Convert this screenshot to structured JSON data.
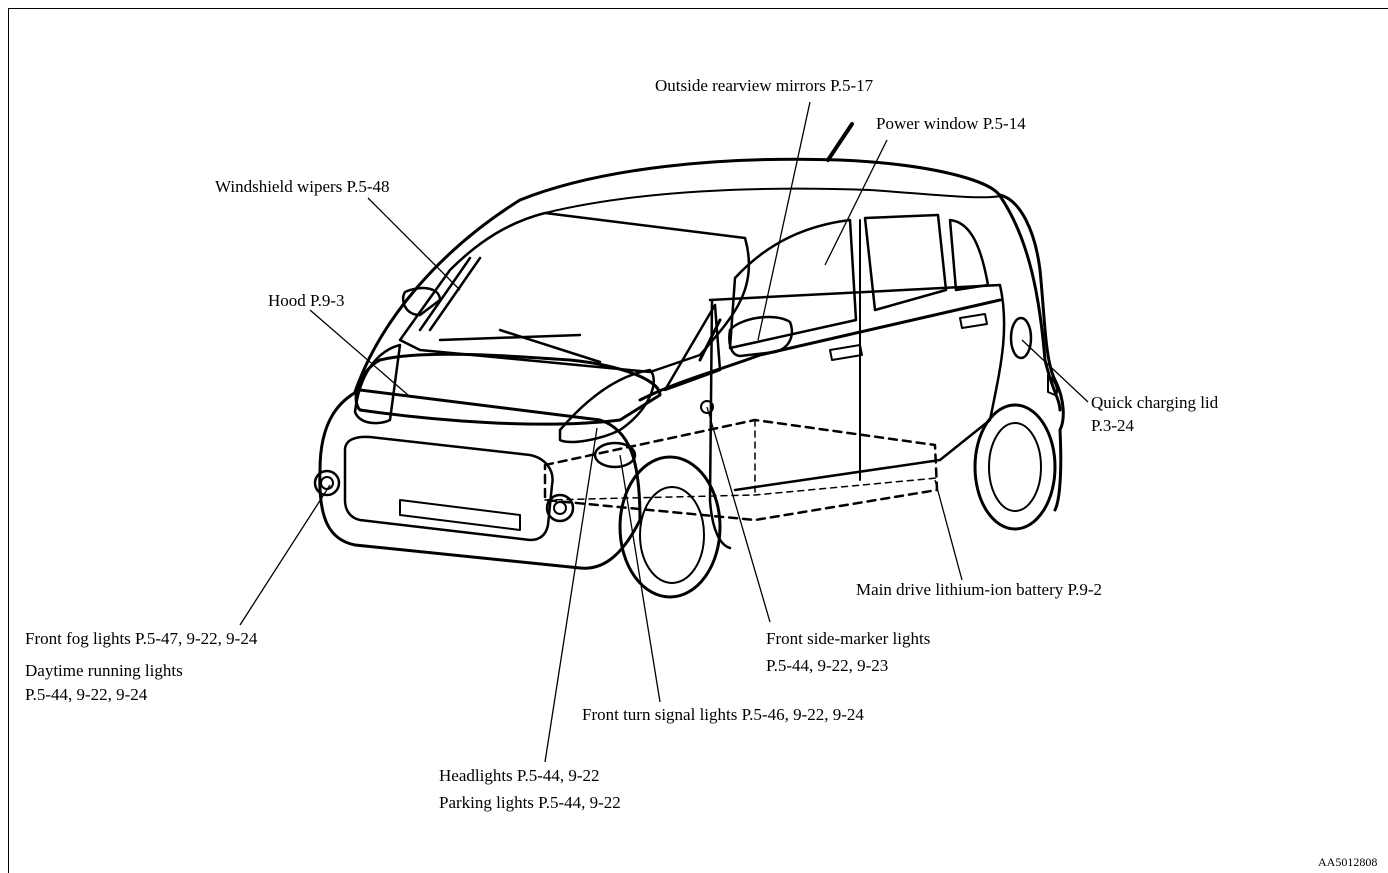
{
  "labels": {
    "outside_mirrors": "Outside rearview mirrors P.5-17",
    "power_window": "Power window P.5-14",
    "windshield_wipers": "Windshield wipers P.5-48",
    "hood": "Hood P.9-3",
    "quick_charging_lid_line1": "Quick charging lid",
    "quick_charging_lid_line2": "P.3-24",
    "main_battery": "Main drive lithium-ion battery P.9-2",
    "front_fog_lights": "Front fog lights P.5-47, 9-22, 9-24",
    "daytime_running_line1": "Daytime running lights",
    "daytime_running_line2": "P.5-44, 9-22, 9-24",
    "side_marker_line1": "Front side-marker lights",
    "side_marker_line2": "P.5-44, 9-22, 9-23",
    "turn_signal": "Front turn signal lights P.5-46, 9-22, 9-24",
    "headlights": "Headlights P.5-44, 9-22",
    "parking_lights": "Parking lights P.5-44, 9-22"
  },
  "figure_code": "AA5012808"
}
